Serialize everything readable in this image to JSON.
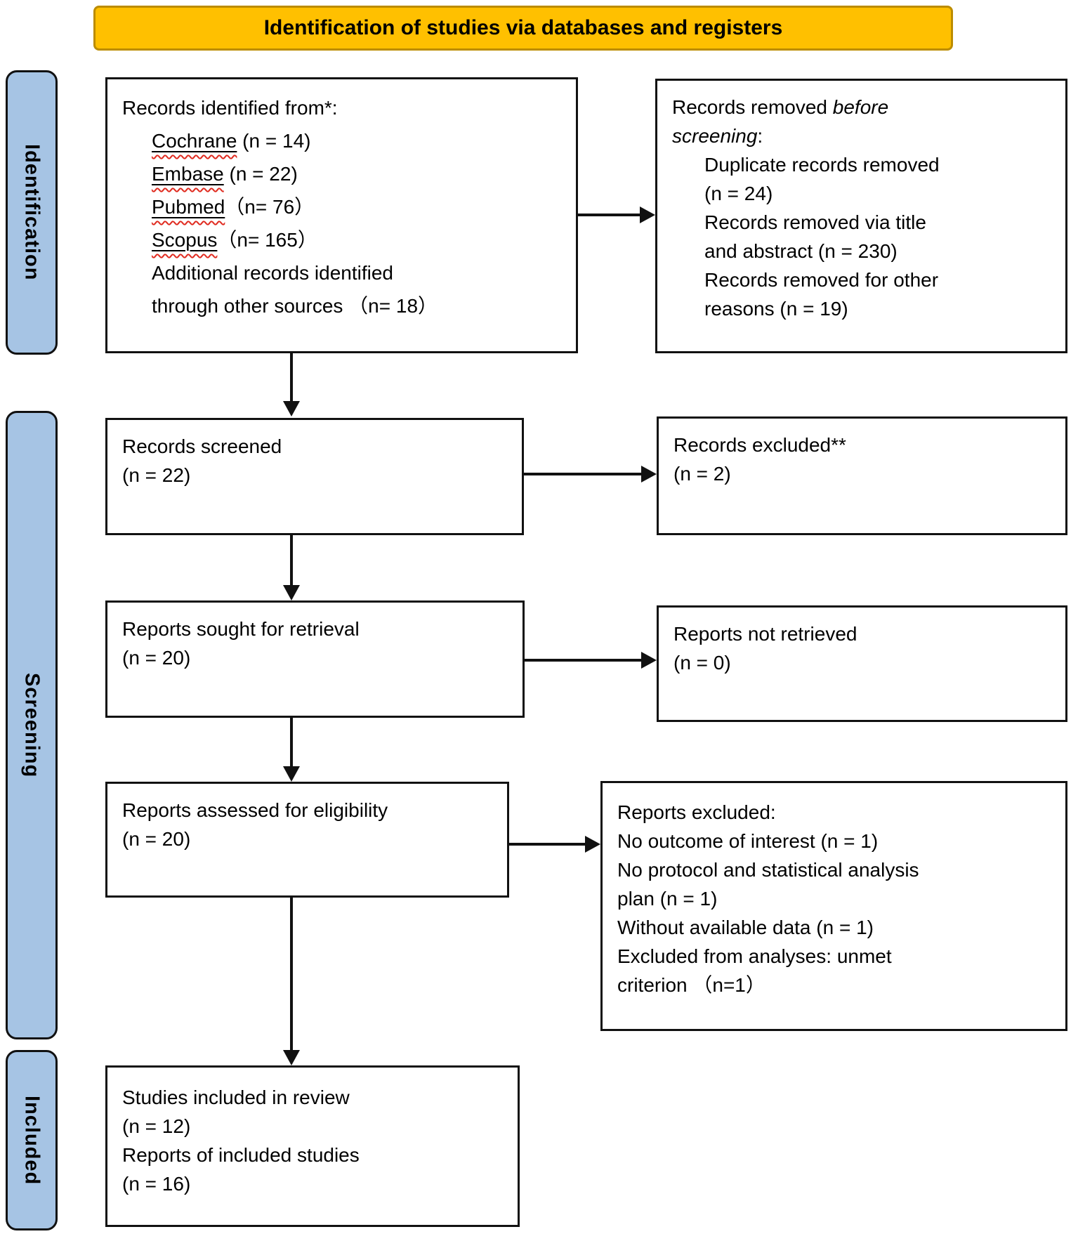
{
  "banner": {
    "title": "Identification of studies via databases and registers"
  },
  "sidebar": {
    "identification": "Identification",
    "screening": "Screening",
    "included": "Included"
  },
  "boxes": {
    "records_identified": {
      "title": "Records identified from*:",
      "databases": [
        {
          "name": "Cochrane",
          "rest": " (n = 14)"
        },
        {
          "name": "Embase",
          "rest": " (n = 22)"
        },
        {
          "name": "Pubmed",
          "rest": "（n= 76）"
        },
        {
          "name": "Scopus",
          "rest": "（n= 165）"
        }
      ],
      "additional_lines": [
        "Additional records identified",
        "through other sources （n= 18）"
      ]
    },
    "records_removed": {
      "title_prefix": "Records removed ",
      "title_italic_1": "before",
      "title_italic_2": "screening",
      "title_suffix": ":",
      "lines": [
        "Duplicate records removed",
        "(n = 24)",
        "Records removed via title",
        "and abstract (n = 230)",
        "Records removed for other",
        "reasons (n = 19)"
      ]
    },
    "records_screened": {
      "lines": [
        "Records screened",
        "(n = 22)"
      ]
    },
    "records_excluded": {
      "lines": [
        "Records excluded**",
        "(n = 2)"
      ]
    },
    "reports_sought": {
      "lines": [
        "Reports sought for retrieval",
        "(n = 20)"
      ]
    },
    "reports_not_retrieved": {
      "lines": [
        "Reports not retrieved",
        "(n = 0)"
      ]
    },
    "reports_assessed": {
      "lines": [
        "Reports assessed for eligibility",
        "(n = 20)"
      ]
    },
    "reports_excluded": {
      "lines": [
        "Reports excluded:",
        "No outcome of interest (n = 1)",
        "No protocol and statistical analysis",
        "plan (n = 1)",
        "Without available data (n = 1)",
        "Excluded from analyses: unmet",
        "criterion （n=1）"
      ]
    },
    "studies_included": {
      "lines": [
        "Studies included in review",
        "(n = 12)",
        "Reports of included studies",
        "(n = 16)"
      ]
    }
  },
  "colors": {
    "banner_fill": "#FFC000",
    "banner_border": "#BC8C00",
    "sidebar_fill": "#A6C4E4",
    "spellcheck_red": "#E02B20",
    "line_ink": "#111111"
  }
}
